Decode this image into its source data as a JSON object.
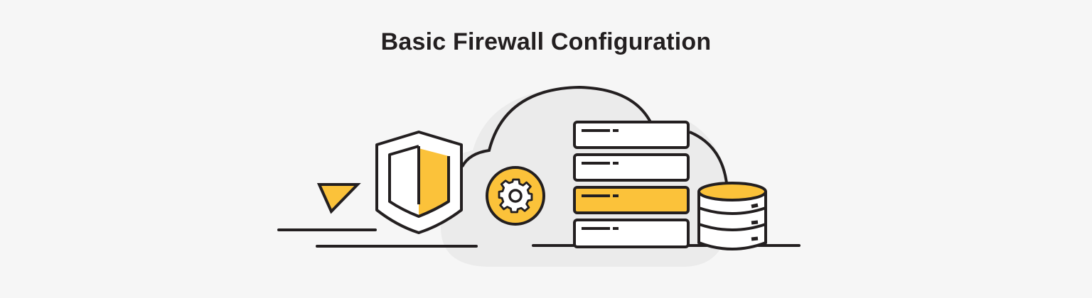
{
  "header": {
    "title": "Basic Firewall Configuration"
  },
  "colors": {
    "background": "#f6f6f6",
    "cloud_fill": "#ebebeb",
    "stroke": "#231f20",
    "accent": "#fbc23a",
    "white": "#ffffff"
  },
  "illustration": {
    "icons": [
      "filter-icon",
      "shield-icon",
      "cloud-icon",
      "gear-icon",
      "server-rack-icon",
      "database-icon"
    ],
    "server_units": 4,
    "highlighted_server_unit": 3,
    "database_layers": 3
  }
}
